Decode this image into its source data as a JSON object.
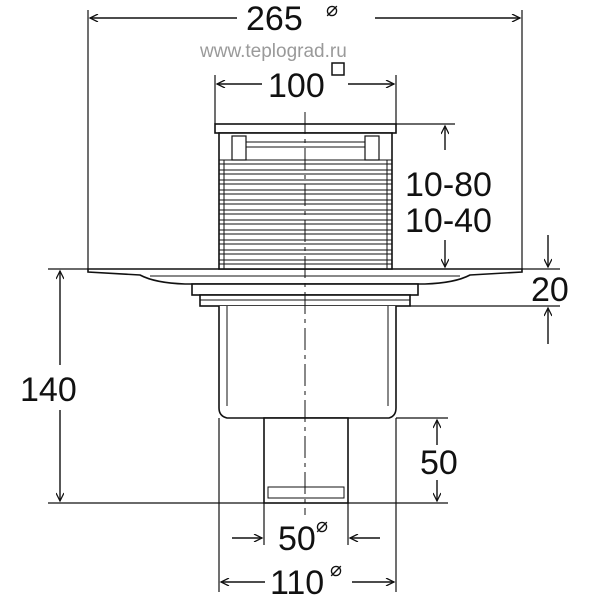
{
  "watermark": "www.teplograd.ru",
  "dimensions": {
    "flange_diameter": "265",
    "grate_size": "100",
    "height_range_a": "10-80",
    "height_range_b": "10-40",
    "flange_thickness": "20",
    "body_height": "140",
    "outlet_length": "50",
    "outlet_diameter": "50",
    "body_diameter": "110"
  },
  "symbols": {
    "diameter": "⌀",
    "square": "□"
  }
}
